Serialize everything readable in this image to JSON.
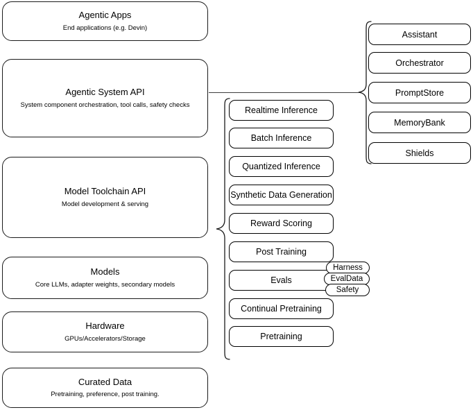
{
  "diagram": {
    "title": "LLM stack architecture diagram",
    "stack": [
      {
        "name": "agentic-apps",
        "title": "Agentic Apps",
        "subtitle": "End applications (e.g. Devin)"
      },
      {
        "name": "agentic-system-api",
        "title": "Agentic System API",
        "subtitle": "System component orchestration, tool calls, safety checks"
      },
      {
        "name": "model-toolchain-api",
        "title": "Model Toolchain API",
        "subtitle": "Model development & serving"
      },
      {
        "name": "models",
        "title": "Models",
        "subtitle": "Core LLMs, adapter weights, secondary models"
      },
      {
        "name": "hardware",
        "title": "Hardware",
        "subtitle": "GPUs/Accelerators/Storage"
      },
      {
        "name": "curated-data",
        "title": "Curated Data",
        "subtitle": "Pretraining, preference, post training."
      }
    ],
    "toolchain_capabilities": [
      {
        "name": "realtime-inference",
        "label": "Realtime Inference"
      },
      {
        "name": "batch-inference",
        "label": "Batch Inference"
      },
      {
        "name": "quantized-inference",
        "label": "Quantized Inference"
      },
      {
        "name": "synthetic-data-generation",
        "label": "Synthetic Data Generation"
      },
      {
        "name": "reward-scoring",
        "label": "Reward Scoring"
      },
      {
        "name": "post-training",
        "label": "Post Training"
      },
      {
        "name": "evals",
        "label": "Evals"
      },
      {
        "name": "continual-pretraining",
        "label": "Continual Pretraining"
      },
      {
        "name": "pretraining",
        "label": "Pretraining"
      }
    ],
    "eval_tags": [
      {
        "name": "harness",
        "label": "Harness"
      },
      {
        "name": "evaldata",
        "label": "EvalData"
      },
      {
        "name": "safety",
        "label": "Safety"
      }
    ],
    "system_components": [
      {
        "name": "assistant",
        "label": "Assistant"
      },
      {
        "name": "orchestrator",
        "label": "Orchestrator"
      },
      {
        "name": "promptstore",
        "label": "PromptStore"
      },
      {
        "name": "memorybank",
        "label": "MemoryBank"
      },
      {
        "name": "shields",
        "label": "Shields"
      }
    ],
    "colors": {
      "stroke": "#1a1a1a",
      "background": "#ffffff",
      "connector": "#3d3d3d"
    }
  }
}
